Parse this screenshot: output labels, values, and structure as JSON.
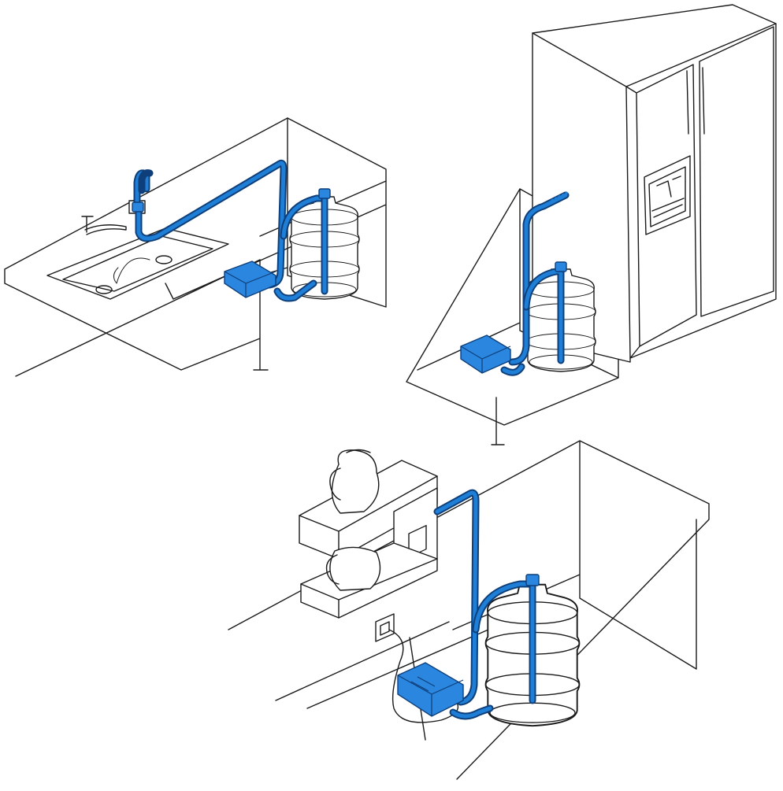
{
  "colors": {
    "tube": "#1f7fd6",
    "tube_outline": "#0e3f7a",
    "pump": "#2a86de",
    "line": "#1a1a1a",
    "background": "#ffffff"
  },
  "scenes": [
    {
      "name": "sink-installation",
      "parts": [
        "sink",
        "faucet",
        "under-counter-cabinet",
        "water-pump",
        "water-bottle",
        "tubing"
      ]
    },
    {
      "name": "refrigerator-installation",
      "parts": [
        "refrigerator",
        "ice-dispenser",
        "cabinet",
        "water-pump",
        "water-bottle",
        "tubing"
      ]
    },
    {
      "name": "coffee-maker-installation",
      "parts": [
        "coffee-maker",
        "wall-outlet",
        "power-cord",
        "cabinet",
        "water-pump",
        "water-bottle",
        "tubing"
      ]
    }
  ]
}
